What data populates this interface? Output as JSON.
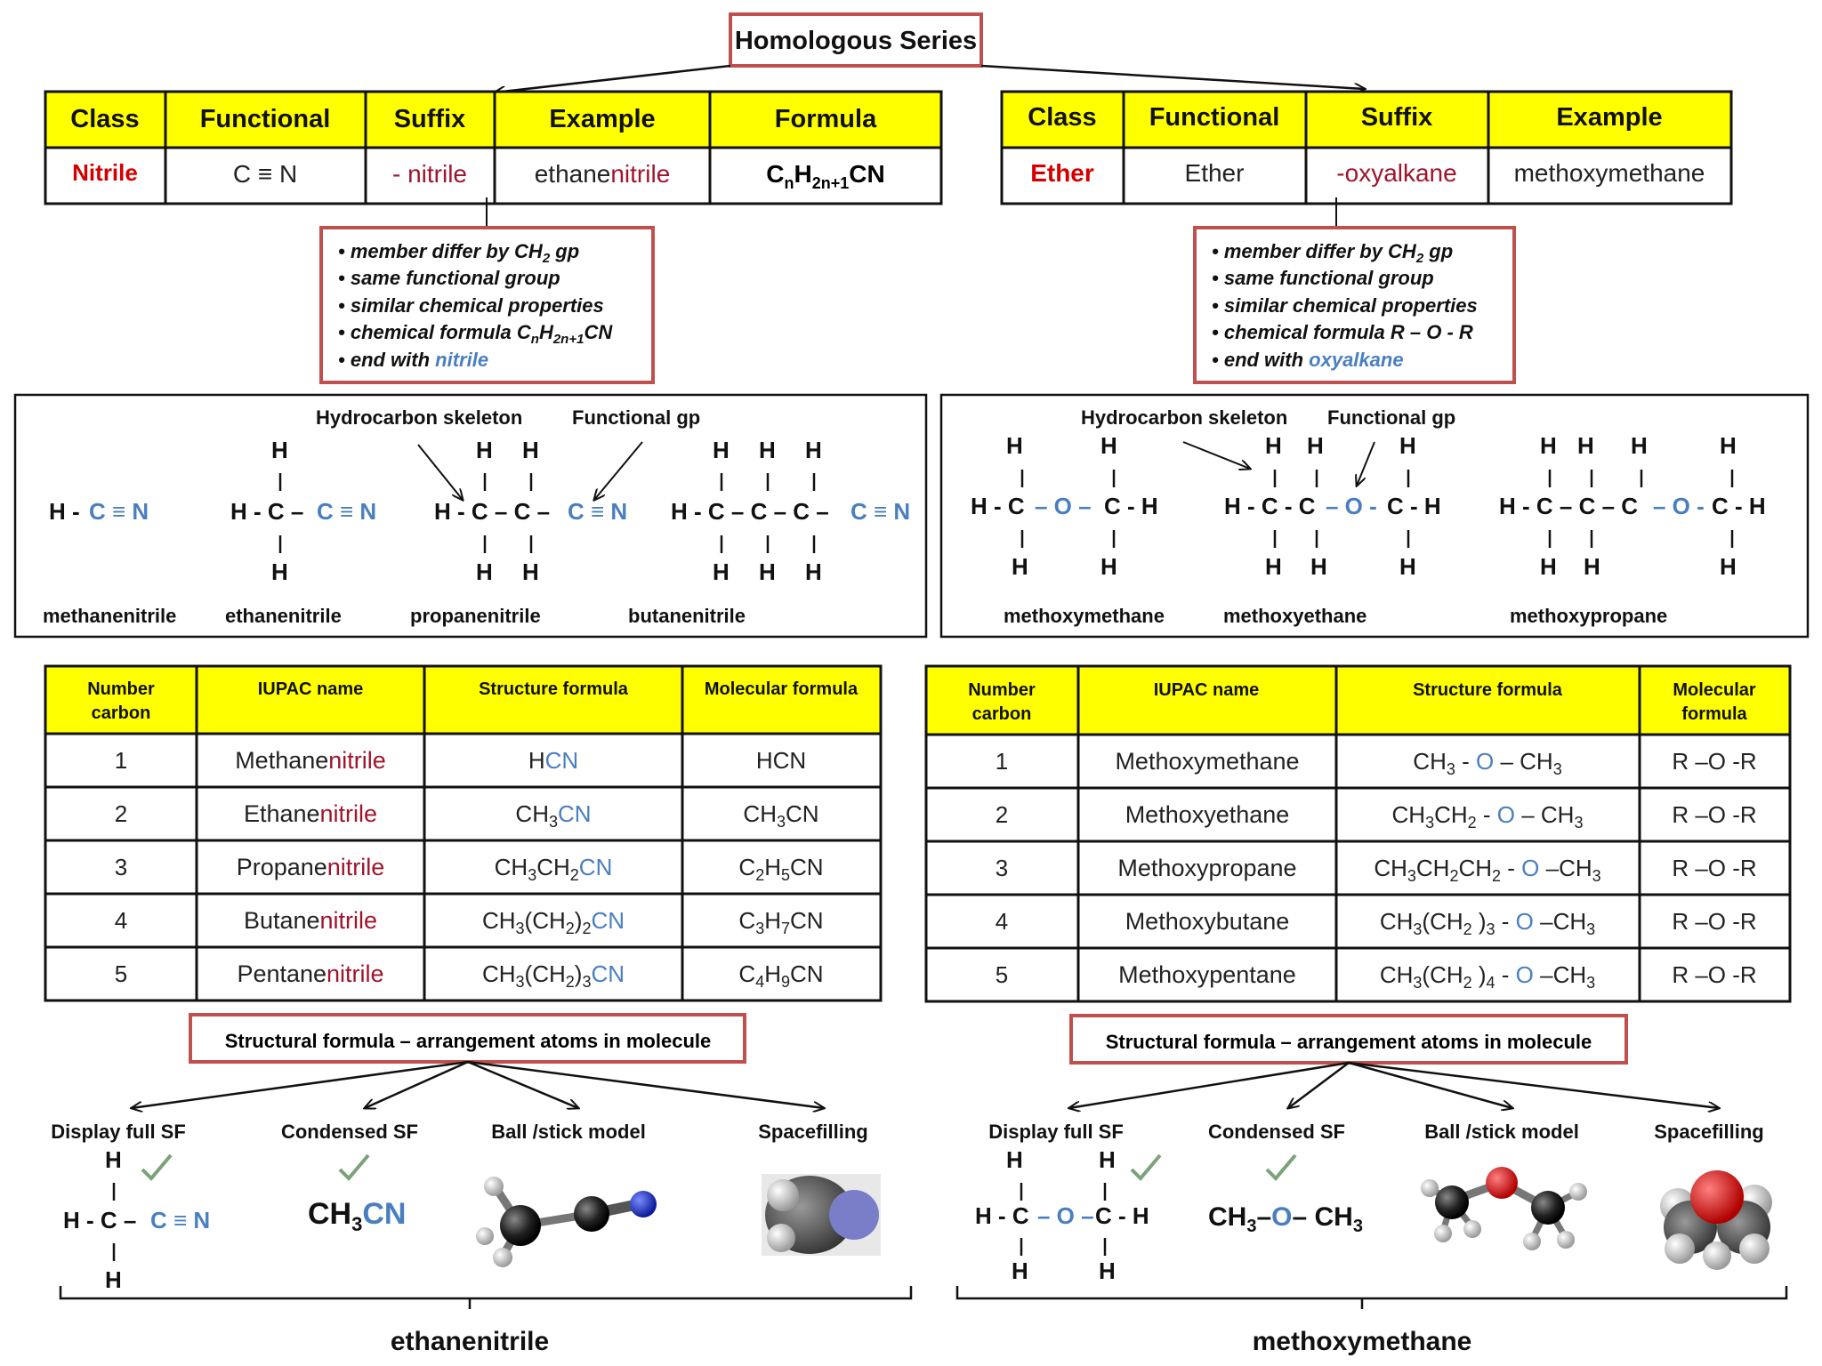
{
  "title": "Homologous Series",
  "nitrile_header": {
    "headers": [
      "Class",
      "Functional",
      "Suffix",
      "Example",
      "Formula"
    ],
    "class": "Nitrile",
    "functional": "C ≡ N",
    "suffix": "- nitrile",
    "example_base": "ethane",
    "example_suffix": "nitrile",
    "formula": {
      "c": "C",
      "n": "n",
      "h": "H",
      "sub": "2n+1",
      "tail": "CN"
    }
  },
  "ether_header": {
    "headers": [
      "Class",
      "Functional",
      "Suffix",
      "Example"
    ],
    "class": "Ether",
    "functional": "Ether",
    "suffix": "-oxyalkane",
    "example": "methoxymethane"
  },
  "nitrile_notes": {
    "l1a": "member differ by CH",
    "l1sub": "2",
    "l1b": " gp",
    "l2": "same functional group",
    "l3": "similar chemical properties",
    "l4a": "chemical formula C",
    "l4n": "n",
    "l4h": "H",
    "l4sub": "2n+1",
    "l4tail": "CN",
    "l5a": "end with ",
    "l5b": "nitrile"
  },
  "ether_notes": {
    "l1a": "member differ by CH",
    "l1sub": "2",
    "l1b": "  gp",
    "l2": "same functional group",
    "l3": "similar chemical properties",
    "l4": "chemical formula  R – O - R",
    "l5a": "end with ",
    "l5b": "oxyalkane"
  },
  "skeleton_labels": {
    "hydrocarbon": "Hydrocarbon skeleton",
    "functional": "Functional gp"
  },
  "nitrile_names": [
    "methanenitrile",
    "ethanenitrile",
    "propanenitrile",
    "butanenitrile"
  ],
  "ether_names": [
    "methoxymethane",
    "methoxyethane",
    "methoxypropane"
  ],
  "nitrile_table": {
    "headers": [
      "Number\ncarbon",
      "IUPAC name",
      "Structure formula",
      "Molecular formula"
    ],
    "rows": [
      {
        "n": "1",
        "base": "Methane",
        "suf": "nitrile"
      },
      {
        "n": "2",
        "base": "Ethane",
        "suf": "nitrile"
      },
      {
        "n": "3",
        "base": "Propane",
        "suf": "nitrile"
      },
      {
        "n": "4",
        "base": "Butane",
        "suf": "nitrile"
      },
      {
        "n": "5",
        "base": "Pentane",
        "suf": "nitrile"
      }
    ]
  },
  "ether_table": {
    "headers": [
      "Number\ncarbon",
      "IUPAC name",
      "Structure formula",
      "Molecular\nformula"
    ],
    "rows": [
      {
        "n": "1",
        "name": "Methoxymethane",
        "mf": "R –O -R"
      },
      {
        "n": "2",
        "name": "Methoxyethane",
        "mf": "R –O -R"
      },
      {
        "n": "3",
        "name": "Methoxypropane",
        "mf": "R –O -R"
      },
      {
        "n": "4",
        "name": "Methoxybutane",
        "mf": "R –O -R"
      },
      {
        "n": "5",
        "name": "Methoxypentane",
        "mf": "R –O -R"
      }
    ]
  },
  "sf_box": "Structural formula – arrangement atoms in molecule",
  "sf_types": [
    "Display full SF",
    "Condensed SF",
    "Ball /stick model",
    "Spacefilling"
  ],
  "bottom_names": {
    "left": "ethanenitrile",
    "right": "methoxymethane"
  },
  "colors": {
    "yellow": "#ffff00",
    "box_red": "#c0504d",
    "blue": "#4a7fbf",
    "red": "#d40000",
    "maroon": "#a0142c"
  }
}
